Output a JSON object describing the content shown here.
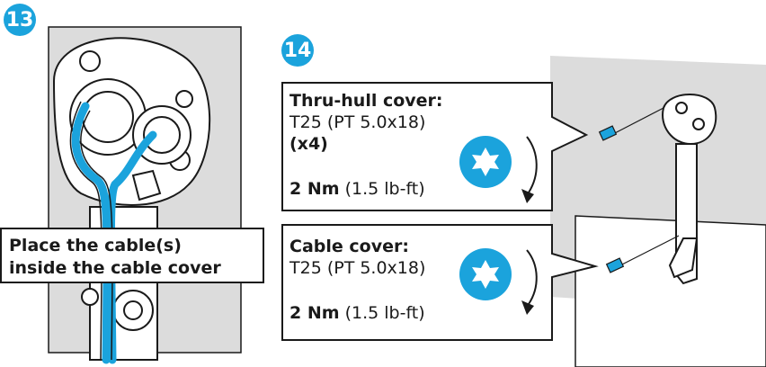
{
  "colors": {
    "accent": "#1ba3dc",
    "wall": "#dcdcdc",
    "outline": "#1a1a1a",
    "cable": "#1ba3dc"
  },
  "step13": {
    "number": "13",
    "instruction_line1": "Place the cable(s)",
    "instruction_line2": "inside the cable cover"
  },
  "step14": {
    "number": "14",
    "thruhull": {
      "title": "Thru-hull cover:",
      "screw": "T25 (PT 5.0x18)",
      "quantity": "(x4)",
      "torque_bold": "2 Nm",
      "torque_rest": " (1.5 lb-ft)",
      "icon": "torx-driver-icon"
    },
    "cable_cover": {
      "title": "Cable cover:",
      "screw": "T25 (PT 5.0x18)",
      "torque_bold": "2 Nm",
      "torque_rest": " (1.5 lb-ft)",
      "icon": "torx-driver-icon"
    }
  }
}
